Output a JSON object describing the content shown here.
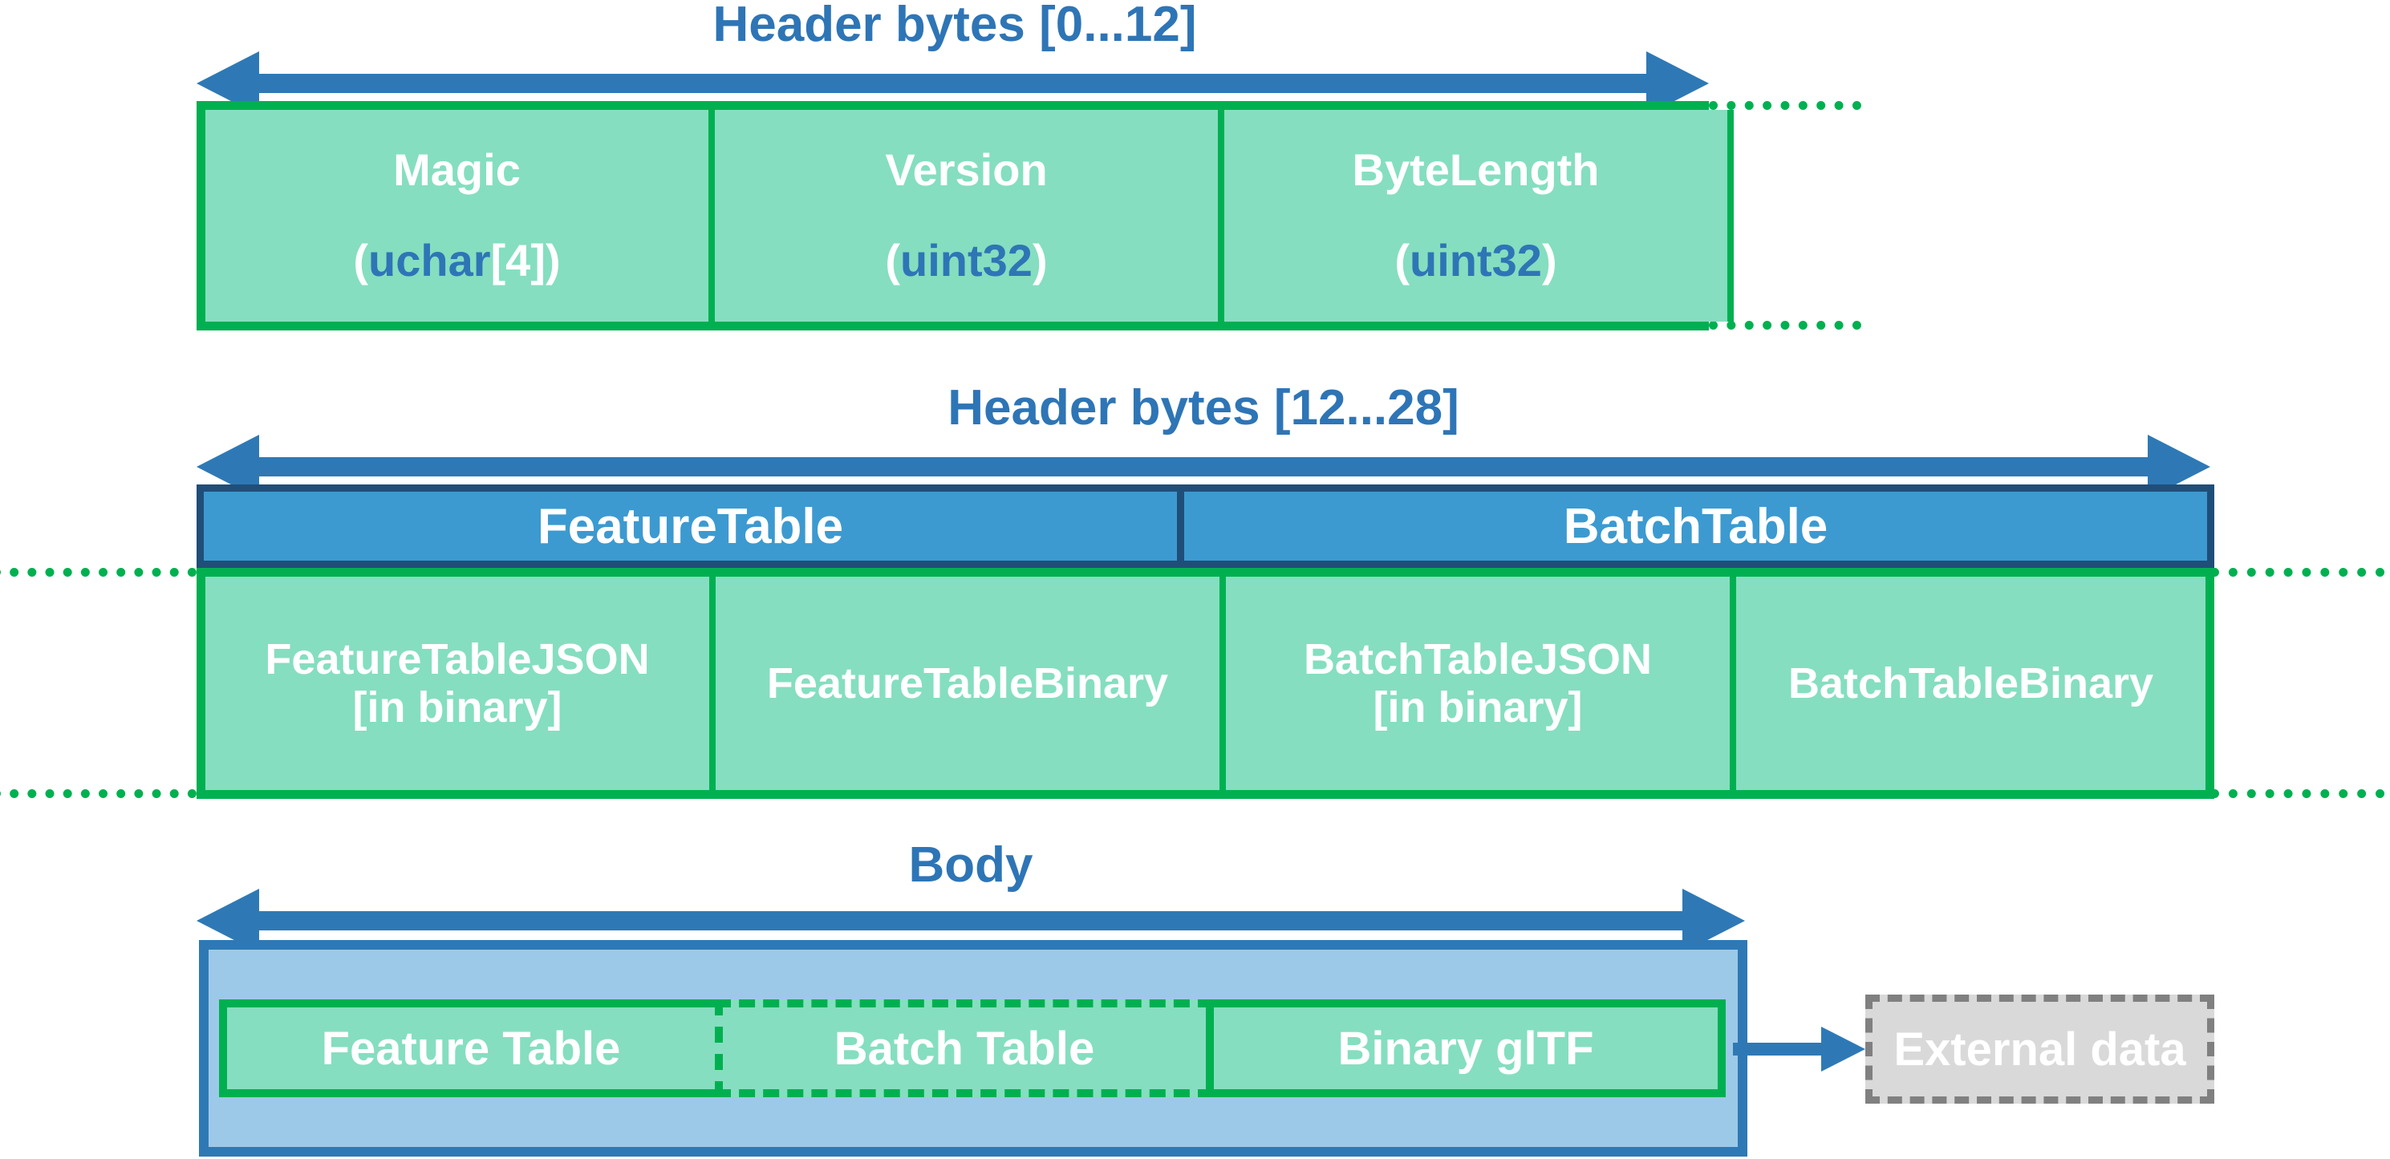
{
  "diagram": {
    "title": "3D Tiles binary tile format layout",
    "colors": {
      "accent_blue": "#2E75B6",
      "bar_blue": "#3C9AD0",
      "bar_blue_border": "#1F4E79",
      "green": "#00B050",
      "green_fill": "#85DEC0",
      "body_fill": "#9DC9E8",
      "body_border": "#2E79B5",
      "external_fill": "#D9D9D9",
      "external_border": "#808080"
    }
  },
  "sections": {
    "header_top": {
      "caption": "Header bytes [0...12]",
      "arrow": "double-headed-arrow",
      "cells": [
        {
          "name": "Magic",
          "type_open": "(",
          "type": "uchar",
          "type_close": "[4])"
        },
        {
          "name": "Version",
          "type_open": "(",
          "type": "uint32",
          "type_close": ")"
        },
        {
          "name": "ByteLength",
          "type_open": "(",
          "type": "uint32",
          "type_close": ")"
        }
      ],
      "continuation": "....."
    },
    "header_mid": {
      "caption": "Header bytes [12...28]",
      "arrow": "double-headed-arrow",
      "bars": [
        {
          "label": "FeatureTable"
        },
        {
          "label": "BatchTable"
        }
      ],
      "cells": [
        {
          "line1": "FeatureTableJSON",
          "line2": "[in binary]"
        },
        {
          "line1": "FeatureTableBinary",
          "line2": ""
        },
        {
          "line1": "BatchTableJSON",
          "line2": "[in binary]"
        },
        {
          "line1": "BatchTableBinary",
          "line2": ""
        }
      ],
      "continuation_left": ".....",
      "continuation_right": "....."
    },
    "body": {
      "caption": "Body",
      "arrow": "double-headed-arrow",
      "cells": [
        {
          "label": "Feature Table",
          "border": "solid"
        },
        {
          "label": "Batch Table",
          "border": "dashed"
        },
        {
          "label": "Binary glTF",
          "border": "solid"
        }
      ],
      "link_arrow": "right-arrow",
      "external": {
        "label": "External data"
      }
    }
  }
}
